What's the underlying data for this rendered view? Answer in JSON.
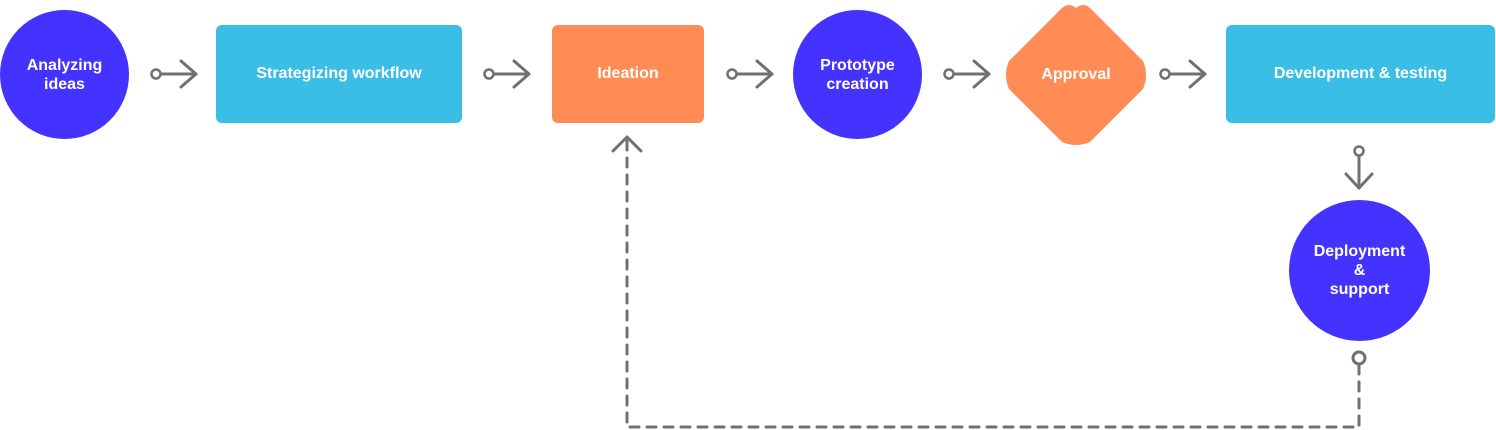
{
  "diagram": {
    "nodes": {
      "analyzing": {
        "label": "Analyzing\nideas"
      },
      "strategizing": {
        "label": "Strategizing workflow"
      },
      "ideation": {
        "label": "Ideation"
      },
      "prototype": {
        "label": "Prototype\ncreation"
      },
      "approval": {
        "label": "Approval"
      },
      "development": {
        "label": "Development & testing"
      },
      "deployment": {
        "label": "Deployment\n&\nsupport"
      }
    },
    "edges": [
      {
        "from": "analyzing",
        "to": "strategizing",
        "style": "solid"
      },
      {
        "from": "strategizing",
        "to": "ideation",
        "style": "solid"
      },
      {
        "from": "ideation",
        "to": "prototype",
        "style": "solid"
      },
      {
        "from": "prototype",
        "to": "approval",
        "style": "solid"
      },
      {
        "from": "approval",
        "to": "development",
        "style": "solid"
      },
      {
        "from": "development",
        "to": "deployment",
        "style": "solid"
      },
      {
        "from": "deployment",
        "to": "ideation",
        "style": "dashed"
      }
    ],
    "colors": {
      "circle": "#4433ff",
      "blue_box": "#3bbee6",
      "orange_box": "#fe8c54",
      "connector": "#707070"
    }
  }
}
